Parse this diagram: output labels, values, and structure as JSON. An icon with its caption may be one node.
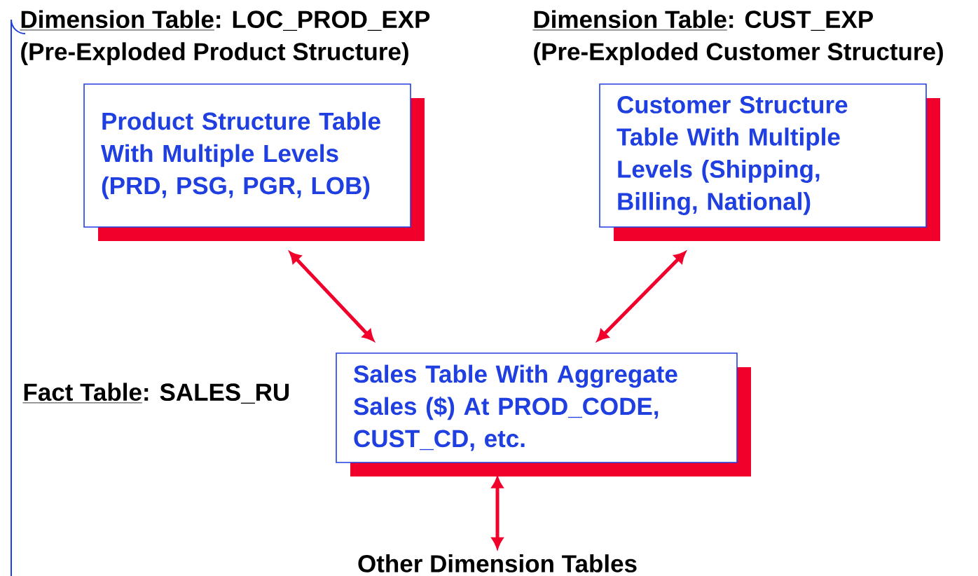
{
  "diagram": {
    "nodes": [
      {
        "text": [
          "Product  Structure Table With Multiple Levels (PRD, PSG, PGR, LOB)"
        ],
        "beside": [
          "Dimension Table",
          ":  LOC_PROD_EXP",
          "(Pre-Exploded Product Structure)"
        ]
      },
      {
        "text": [
          "Customer Structure Table With Multiple Levels (Shipping, Billing, National)"
        ],
        "beside": [
          "Dimension Table",
          ":  CUST_EXP",
          "(Pre-Exploded Customer Structure)"
        ]
      },
      {
        "text": [
          "Sales Table With Aggregate Sales ($) At  PROD_CODE, CUST_CD, etc."
        ],
        "beside": [
          "Fact  Table",
          ":  SALES_RU"
        ]
      },
      {
        "text": [
          "Other  Dimension  Tables"
        ]
      }
    ],
    "edges": [
      {
        "from": 0,
        "to": 2,
        "arrow": "both"
      },
      {
        "from": 1,
        "to": 2,
        "arrow": "both"
      },
      {
        "from": 2,
        "to": 3,
        "arrow": "both"
      }
    ]
  }
}
